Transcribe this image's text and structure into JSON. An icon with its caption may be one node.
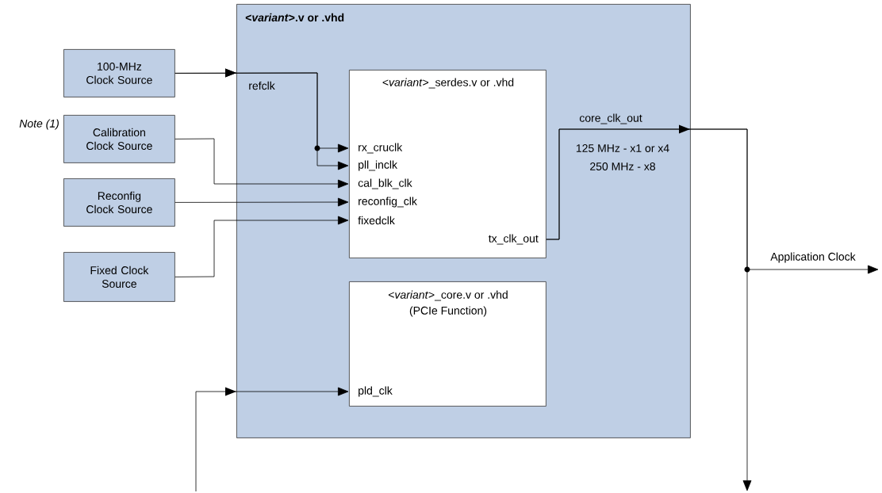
{
  "diagram": {
    "nodes": [
      {
        "text": [
          "<*variant*>.v or .vhd"
        ]
      },
      {
        "text": [
          "100-MHz Clock Source"
        ]
      },
      {
        "text": [
          "Calibration Clock Source"
        ],
        "beside": [
          "Note (1)"
        ]
      },
      {
        "text": [
          "Reconfig Clock Source"
        ]
      },
      {
        "text": [
          "Fixed Clock Source"
        ]
      },
      {
        "text": [
          "<*variant*>_serdes.v or .vhd",
          "rx_cruclk",
          "pll_inclk",
          "cal_blk_clk",
          "reconfig_clk",
          "fixedclk",
          "tx_clk_out"
        ],
        "in": 0
      },
      {
        "text": [
          "<*variant*>_core.v or .vhd",
          "(PCIe Function)",
          "pld_clk"
        ],
        "in": 0
      }
    ],
    "edges": [
      {
        "from": 1,
        "to": 5,
        "arrow": "to",
        "label": "refclk"
      },
      {
        "from": 1,
        "to": 5,
        "arrow": "to"
      },
      {
        "from": 2,
        "to": 5,
        "arrow": "to"
      },
      {
        "from": 3,
        "to": 5,
        "arrow": "to"
      },
      {
        "from": 4,
        "to": 5,
        "arrow": "to"
      },
      {
        "from": 5,
        "to": null,
        "arrow": "to",
        "label": "core_clk_out"
      },
      {
        "from": 5,
        "to": null,
        "arrow": "to",
        "label": "Application Clock"
      },
      {
        "from": null,
        "to": 6,
        "arrow": "to"
      }
    ],
    "labels": [
      "125 MHz - x1 or x4",
      "250 MHz - x8"
    ]
  }
}
